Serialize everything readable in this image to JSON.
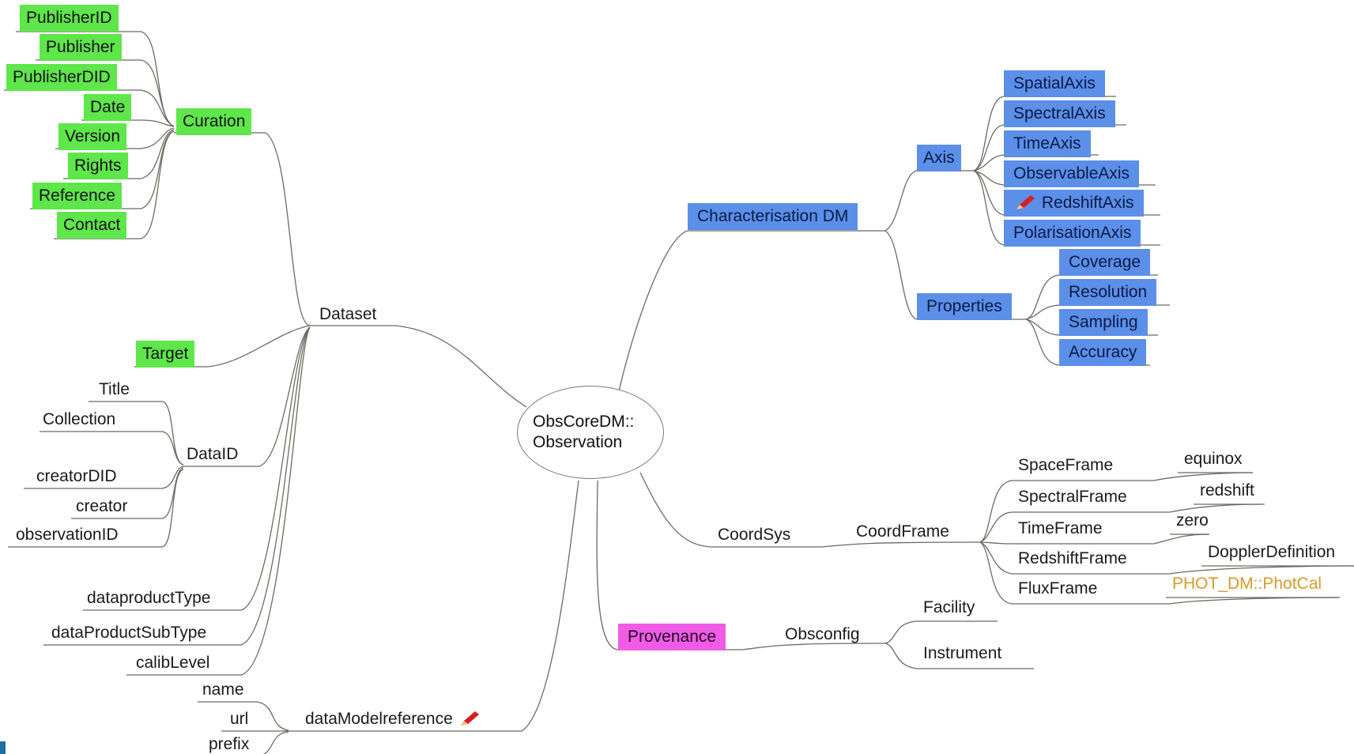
{
  "center": {
    "line1": "ObsCoreDM::",
    "line2": "Observation"
  },
  "curation": {
    "label": "Curation",
    "children": [
      "PublisherID",
      "Publisher",
      "PublisherDID",
      "Date",
      "Version",
      "Rights",
      "Reference",
      "Contact"
    ]
  },
  "dataset": {
    "label": "Dataset",
    "target": "Target"
  },
  "dataid": {
    "label": "DataID",
    "children": [
      "Title",
      "Collection",
      "creatorDID",
      "creator",
      "observationID"
    ]
  },
  "dataset_props": [
    "dataproductType",
    "dataProductSubType",
    "calibLevel"
  ],
  "datamodel": {
    "label": "dataModelreference",
    "children": [
      "name",
      "url",
      "prefix"
    ]
  },
  "characterisation": {
    "label": "Characterisation DM"
  },
  "axis": {
    "label": "Axis",
    "children": [
      "SpatialAxis",
      "SpectralAxis",
      "TimeAxis",
      "ObservableAxis",
      "RedshiftAxis",
      "PolarisationAxis"
    ]
  },
  "properties": {
    "label": "Properties",
    "children": [
      "Coverage",
      "Resolution",
      "Sampling",
      "Accuracy"
    ]
  },
  "coordsys": {
    "label": "CoordSys",
    "frame": "CoordFrame"
  },
  "frames": [
    {
      "name": "SpaceFrame",
      "value": "equinox"
    },
    {
      "name": "SpectralFrame",
      "value": "redshift"
    },
    {
      "name": "TimeFrame",
      "value": "zero"
    },
    {
      "name": "RedshiftFrame",
      "value": "DopplerDefinition"
    },
    {
      "name": "FluxFrame",
      "value": "PHOT_DM::PhotCal"
    }
  ],
  "provenance": {
    "label": "Provenance",
    "obsconfig": "Obsconfig",
    "children": [
      "Facility",
      "Instrument"
    ]
  },
  "colors": {
    "green": "#5ee64a",
    "blue": "#5b8fe8",
    "magenta": "#f05ce6",
    "orange": "#d79a2b",
    "line": "#6b6b62"
  },
  "icons": {
    "redshift_axis": "pencil-icon",
    "datamodel": "pencil-icon"
  }
}
